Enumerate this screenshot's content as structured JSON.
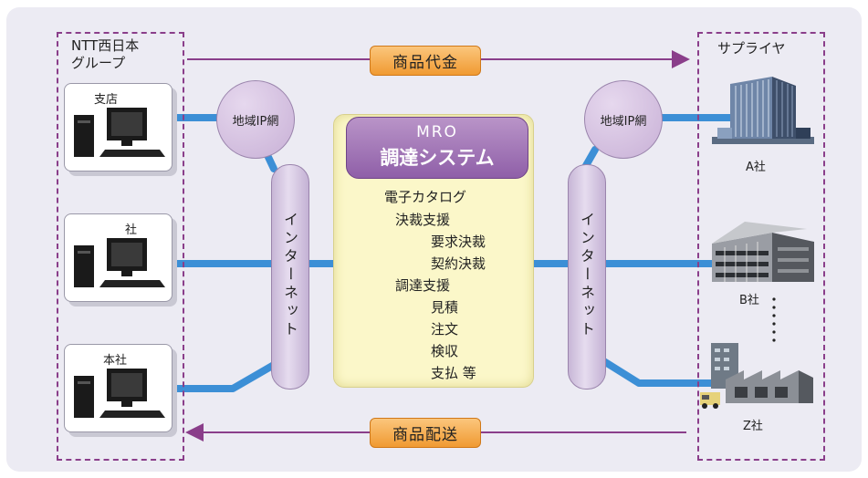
{
  "left_group": {
    "title_line1": "NTT西日本",
    "title_line2": "グループ"
  },
  "right_group": {
    "title": "サプライヤ"
  },
  "pcs": [
    {
      "label": "支店"
    },
    {
      "label": "社"
    },
    {
      "label": "本社"
    }
  ],
  "ip_networks": {
    "left": "地域IP網",
    "right": "地域IP網"
  },
  "internet": {
    "left": "インターネット",
    "right": "インターネット"
  },
  "mro": {
    "title_line1": "MRO",
    "title_line2": "調達システム",
    "items": [
      "電子カタログ",
      "決裁支援",
      "要求決裁",
      "契約決裁",
      "調達支援",
      "見積",
      "注文",
      "検収",
      "支払 等"
    ]
  },
  "flows": {
    "payment": "商品代金",
    "delivery": "商品配送"
  },
  "suppliers": {
    "a": "A社",
    "b": "B社",
    "z": "Z社"
  },
  "colors": {
    "wire": "#3c8fd6",
    "dashed_border": "#8a3e8a",
    "arrow": "#8a3e8a",
    "flow_tag": "#f5a94a",
    "mro_head": "#9f6fb5",
    "mro_panel": "#fbf7c9"
  }
}
